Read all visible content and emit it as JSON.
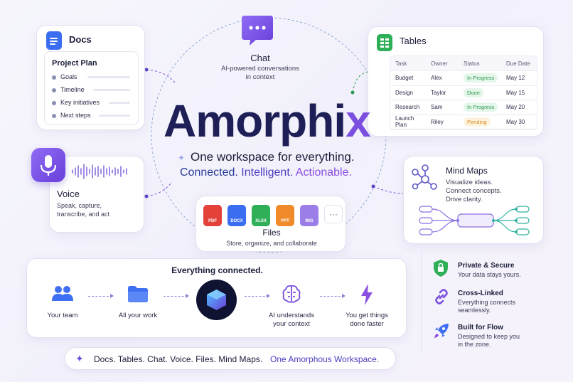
{
  "brand": {
    "name_main": "Amorphi",
    "name_accent": "x"
  },
  "tagline": "One workspace for everything.",
  "subtag": {
    "a": "Connected. ",
    "b": "Intelligent. ",
    "c": "Actionable."
  },
  "docs": {
    "title": "Docs",
    "card_title": "Project Plan",
    "items": [
      "Goals",
      "Timeline",
      "Key initiatives",
      "Next steps"
    ]
  },
  "chat": {
    "title": "Chat",
    "desc_line1": "AI-powered conversations",
    "desc_line2": "in context"
  },
  "tables": {
    "title": "Tables",
    "headers": [
      "Task",
      "Owner",
      "Status",
      "Due Date"
    ],
    "rows": [
      [
        "Budget",
        "Alex",
        "In Progress",
        "May 12"
      ],
      [
        "Design",
        "Taylor",
        "Done",
        "May 15"
      ],
      [
        "Research",
        "Sam",
        "In Progress",
        "May 20"
      ],
      [
        "Launch Plan",
        "Riley",
        "Pending",
        "May 30"
      ]
    ]
  },
  "voice": {
    "title": "Voice",
    "desc_line1": "Speak, capture,",
    "desc_line2": "transcribe, and act"
  },
  "mindmaps": {
    "title": "Mind Maps",
    "desc_line1": "Visualize ideas.",
    "desc_line2": "Connect concepts.",
    "desc_line3": "Drive clarity."
  },
  "files": {
    "title": "Files",
    "desc": "Store, organize, and collaborate",
    "types": [
      "PDF",
      "DOCX",
      "XLSX",
      "PPT",
      "IMG"
    ],
    "more": "···"
  },
  "flow": {
    "heading": "Everything connected.",
    "steps": [
      {
        "l1": "Your team",
        "l2": ""
      },
      {
        "l1": "All your work",
        "l2": ""
      },
      {
        "l1": "AI understands",
        "l2": "your context"
      },
      {
        "l1": "You get things",
        "l2": "done faster"
      }
    ]
  },
  "features": [
    {
      "title": "Private & Secure",
      "d1": "Your data stays yours.",
      "d2": ""
    },
    {
      "title": "Cross-Linked",
      "d1": "Everything connects",
      "d2": "seamlessly."
    },
    {
      "title": "Built for Flow",
      "d1": "Designed to keep you",
      "d2": "in the zone."
    }
  ],
  "footer": {
    "left": "Docs. Tables. Chat. Voice. Files. Mind Maps.",
    "right": "One Amorphous Workspace."
  },
  "colors": {
    "accent": "#7b4fe0",
    "navy": "#1d1f56",
    "green": "#2f9b52",
    "orange": "#d98a1b"
  }
}
